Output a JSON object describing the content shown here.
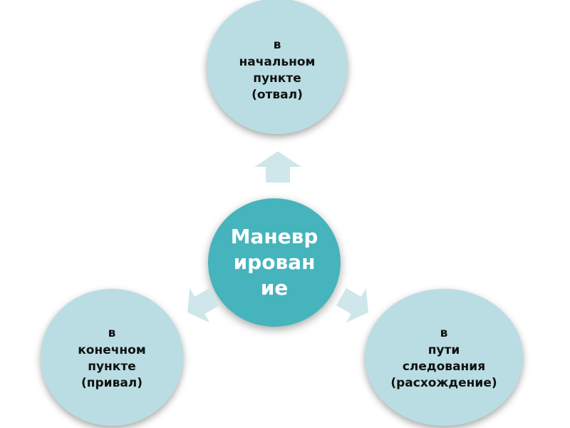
{
  "diagram": {
    "center": {
      "lines": [
        "Маневр",
        "ирован",
        "ие"
      ],
      "color": "#45b4bc"
    },
    "nodes": [
      {
        "id": "top",
        "lines": [
          "в",
          "начальном",
          "пункте",
          "(отвал)"
        ]
      },
      {
        "id": "left",
        "lines": [
          "в",
          "конечном",
          "пункте",
          "(привал)"
        ]
      },
      {
        "id": "right",
        "lines": [
          "в",
          "пути",
          "следования",
          "(расхождение)"
        ]
      }
    ],
    "node_color": "#b9dde2",
    "arrow_color": "#cfe7ea"
  }
}
